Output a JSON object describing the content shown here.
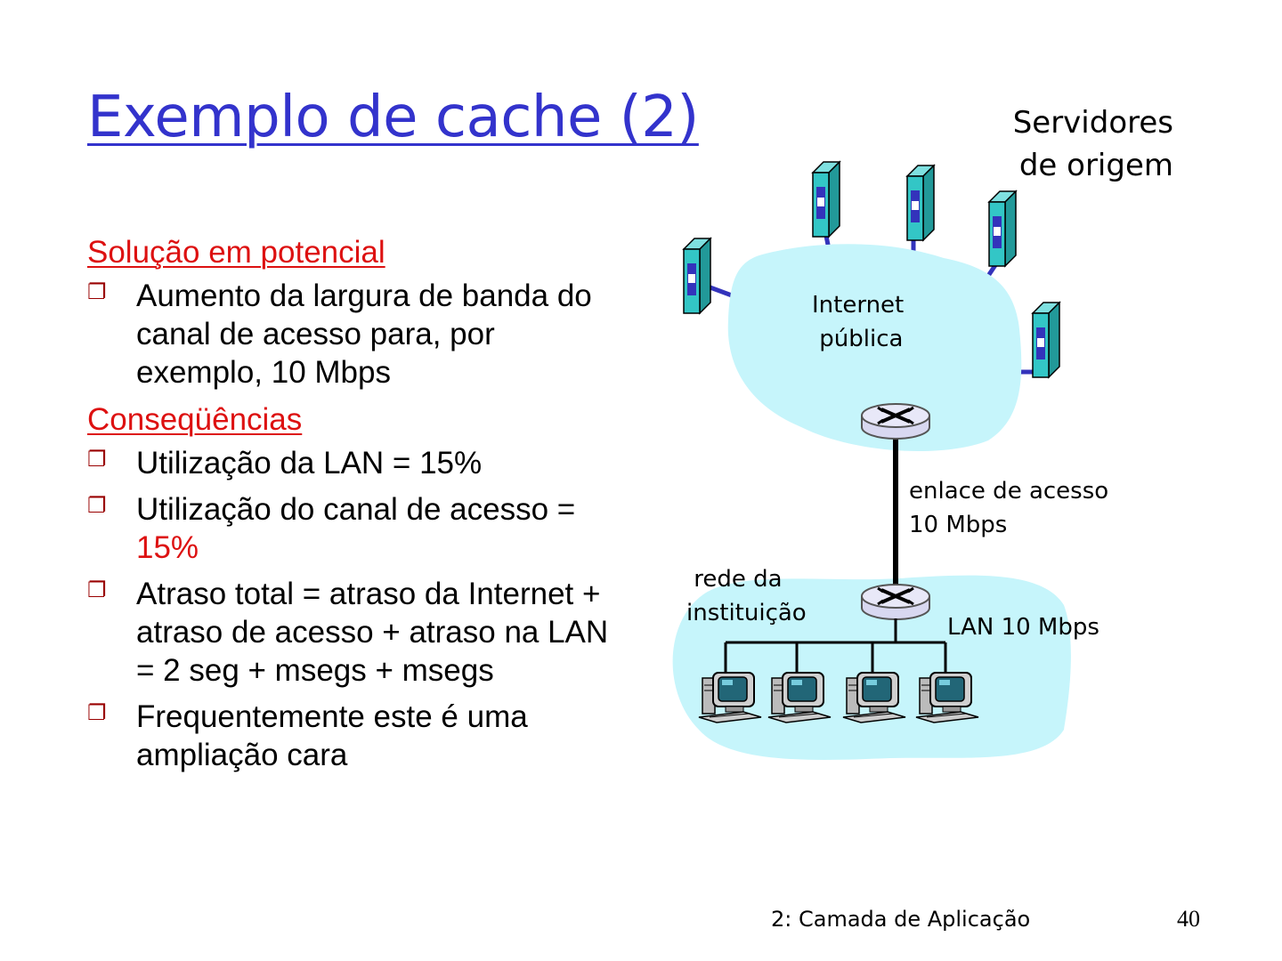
{
  "slide": {
    "title": "Exemplo de cache (2)"
  },
  "content": {
    "heading_solution": "Solução em potencial",
    "solution_bullets": [
      "Aumento da largura de banda do canal de acesso para, por exemplo, 10 Mbps"
    ],
    "heading_consequences": "Conseqüências",
    "consequence_bullets": {
      "lan_utilization": "Utilização da LAN = 15%",
      "access_utilization_text": "Utilização do canal de acesso = ",
      "access_utilization_value": "15%",
      "total_delay": "Atraso total = atraso da Internet + atraso de acesso + atraso na LAN = 2 seg + msegs + msegs",
      "expensive": "Frequentemente este é uma ampliação cara"
    },
    "bullet_symbol": "❐"
  },
  "diagram": {
    "servers_label": "Servidores\nde origem",
    "internet_label": "Internet\n pública",
    "access_link_label": "enlace de acesso\n10 Mbps",
    "institution_label": " rede da\ninstituição",
    "lan_label": "LAN 10 Mbps",
    "colors": {
      "cloud": "#c6f5fb",
      "server": "#33c6c6",
      "server_window": "#3333bb",
      "router": "#d8d8f0",
      "link": "#3333bb"
    }
  },
  "footer": {
    "chapter": "2: Camada de Aplicação",
    "page_number": "40"
  }
}
